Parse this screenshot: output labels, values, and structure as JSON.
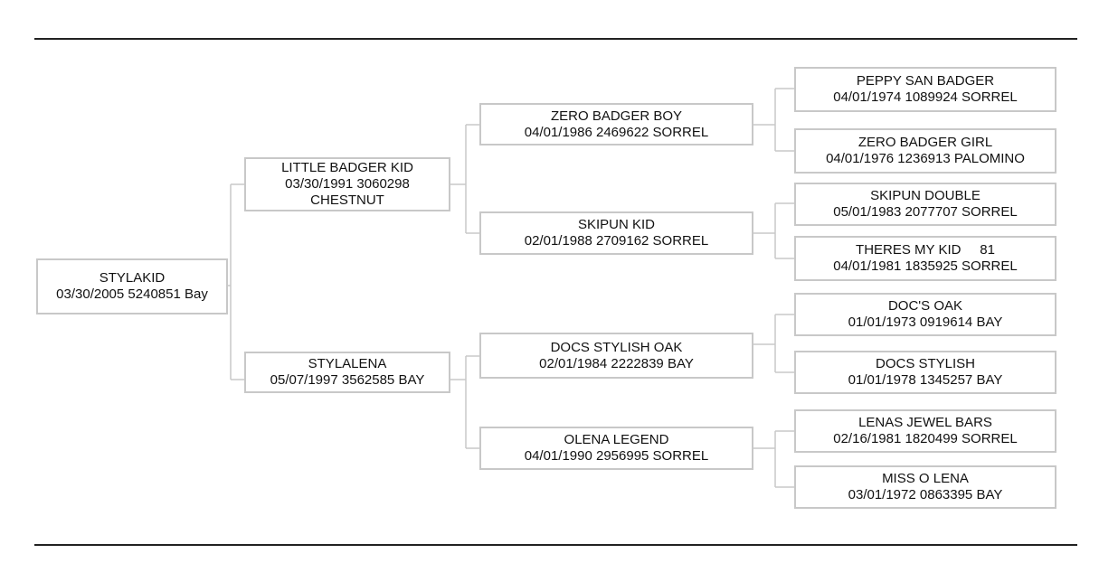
{
  "pedigree": {
    "subject": {
      "name": "STYLAKID",
      "info": "03/30/2005 5240851 Bay"
    },
    "sire": {
      "name": "LITTLE BADGER KID",
      "info1": "03/30/1991 3060298",
      "info2": "CHESTNUT"
    },
    "dam": {
      "name": "STYLALENA",
      "info": "05/07/1997 3562585 BAY"
    },
    "sire_sire": {
      "name": "ZERO BADGER BOY",
      "info": "04/01/1986 2469622 SORREL"
    },
    "sire_dam": {
      "name": "SKIPUN KID",
      "info": "02/01/1988 2709162 SORREL"
    },
    "dam_sire": {
      "name": "DOCS STYLISH OAK",
      "info": "02/01/1984 2222839 BAY"
    },
    "dam_dam": {
      "name": "OLENA LEGEND",
      "info": "04/01/1990 2956995 SORREL"
    },
    "ss_sire": {
      "name": "PEPPY SAN BADGER",
      "info": "04/01/1974 1089924 SORREL"
    },
    "ss_dam": {
      "name": "ZERO BADGER GIRL",
      "info": "04/01/1976 1236913 PALOMINO"
    },
    "sd_sire": {
      "name": "SKIPUN DOUBLE",
      "info": "05/01/1983 2077707 SORREL"
    },
    "sd_dam": {
      "name": "THERES MY KID     81",
      "info": "04/01/1981 1835925 SORREL"
    },
    "ds_sire": {
      "name": "DOC'S OAK",
      "info": "01/01/1973 0919614 BAY"
    },
    "ds_dam": {
      "name": "DOCS STYLISH",
      "info": "01/01/1978 1345257 BAY"
    },
    "dd_sire": {
      "name": "LENAS JEWEL BARS",
      "info": "02/16/1981 1820499 SORREL"
    },
    "dd_dam": {
      "name": "MISS O LENA",
      "info": "03/01/1972 0863395 BAY"
    }
  }
}
